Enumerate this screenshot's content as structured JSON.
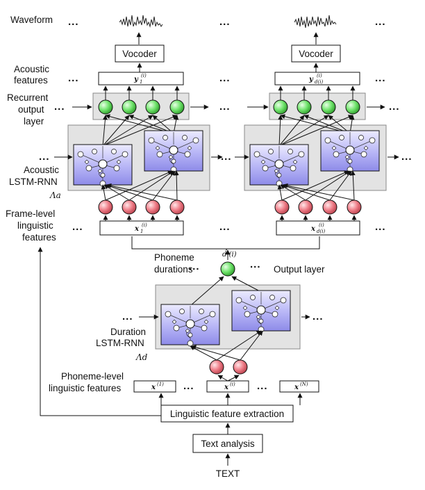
{
  "labels": {
    "waveform": "Waveform",
    "acoustic_features": [
      "Acoustic",
      "features"
    ],
    "recurrent_output_layer": [
      "Recurrent",
      "output",
      "layer"
    ],
    "acoustic_lstm_rnn": [
      "Acoustic",
      "LSTM-RNN"
    ],
    "acoustic_lambda": "Λa",
    "frame_level_features": [
      "Frame-level",
      "linguistic",
      "features"
    ],
    "phoneme_durations": [
      "Phoneme",
      "durations"
    ],
    "output_layer": "Output layer",
    "duration_lstm_rnn": [
      "Duration",
      "LSTM-RNN"
    ],
    "duration_lambda": "Λd",
    "phoneme_level_features": [
      "Phoneme-level",
      "linguistic features"
    ]
  },
  "boxes": {
    "vocoder": "Vocoder",
    "linguistic_feature_extraction": "Linguistic feature extraction",
    "text_analysis": "Text analysis",
    "text_input": "TEXT"
  },
  "math": {
    "y_first": {
      "base": "y",
      "sub": "1",
      "sup": "(i)"
    },
    "y_last": {
      "base": "y",
      "sub": "d(i)",
      "sup": "(i)"
    },
    "x_frame_first": {
      "base": "x",
      "sub": "1",
      "sup": "(i)"
    },
    "x_frame_last": {
      "base": "x",
      "sub": "d(i)",
      "sup": "(i)"
    },
    "d_hat": "d̂ (i)",
    "x_phone_1": {
      "base": "x",
      "sup": "(1)"
    },
    "x_phone_i": {
      "base": "x",
      "sup": "(i)"
    },
    "x_phone_N": {
      "base": "x",
      "sup": "(N)"
    }
  },
  "ellipsis": "...",
  "colors": {
    "output_unit": "#6ee36a",
    "input_unit": "#ee7b86",
    "lstm_block": "#a9a7f2",
    "group_panel": "#e3e3e3"
  }
}
